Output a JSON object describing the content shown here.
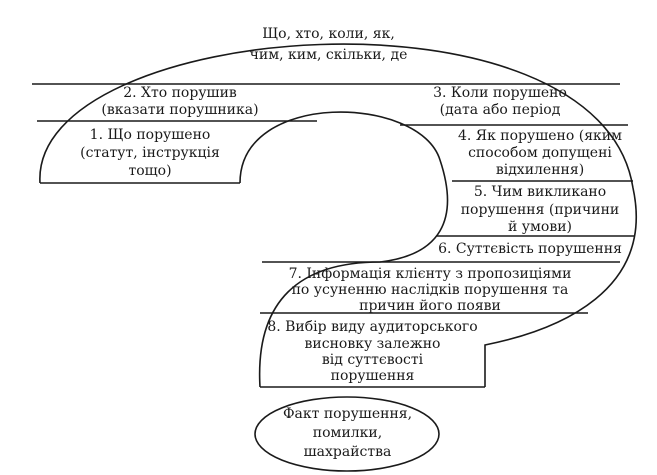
{
  "header": {
    "line1": "Що, хто, коли, як,",
    "line2": "чим, ким, скільки, де"
  },
  "sections": {
    "s2": {
      "line1": "2. Хто порушив",
      "line2": "(вказати порушника)"
    },
    "s3": {
      "line1": "3. Коли порушено",
      "line2": "(дата або період"
    },
    "s1": {
      "line1": "1. Що порушено",
      "line2": "(статут, інструкція",
      "line3": "тощо)"
    },
    "s4": {
      "line1": "4. Як порушено (яким",
      "line2": "способом допущені",
      "line3": "відхилення)"
    },
    "s5": {
      "line1": "5. Чим викликано",
      "line2": "порушення (причини",
      "line3": "й умови)"
    },
    "s6": {
      "line1": "6. Суттєвість порушення"
    },
    "s7": {
      "line1": "7. Інформація клієнту з пропозиціями",
      "line2": "по усуненню наслідків порушення та",
      "line3": "причин його появи"
    },
    "s8": {
      "line1": "8. Вибір виду аудиторського",
      "line2": "висновку залежно",
      "line3": "від суттєвості",
      "line4": "порушення"
    }
  },
  "base": {
    "line1": "Факт порушення,",
    "line2": "помилки,",
    "line3": "шахрайства"
  }
}
